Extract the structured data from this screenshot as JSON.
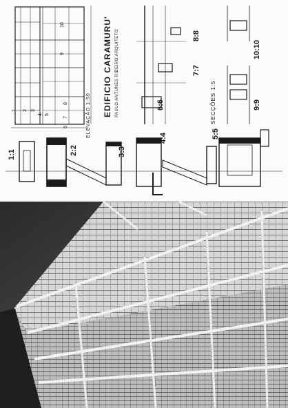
{
  "page": {
    "title": "EDIFICIO CARAMURU'",
    "architect": "PAULO ANTUNES RIBEIRO  ARQUITETO",
    "elevation_label": "ELEVAÇÃO 1:50",
    "sections_label": "SECÇÕES 1:5",
    "elevation_marks": [
      "1",
      "2",
      "3",
      "4",
      "5",
      "6",
      "7",
      "8",
      "9",
      "10"
    ],
    "detail_labels": {
      "d1": "1:1",
      "d2": "2:2",
      "d3": "3:3",
      "d4": "4:4",
      "d5": "5:5",
      "d6": "6:6",
      "d7": "7:7",
      "d8": "8:8",
      "d9": "9:9",
      "d10": "10:10"
    }
  }
}
